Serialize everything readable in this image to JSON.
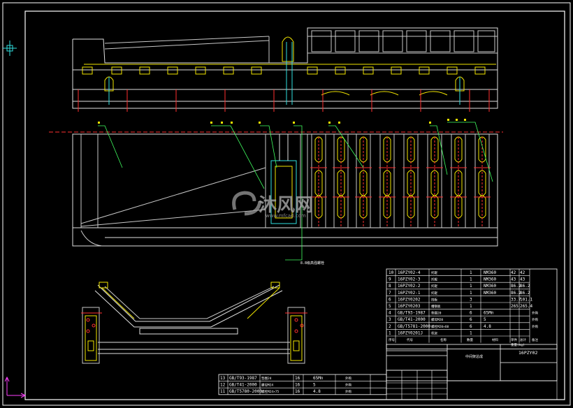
{
  "colors": {
    "background": "#000000",
    "frame": "#ffffff",
    "outline": "#e0e0e0",
    "structure": "#c8c8c8",
    "accent_yellow": "#f2e600",
    "accent_red": "#ff3030",
    "accent_cyan": "#30e0e0",
    "accent_magenta": "#ff40ff",
    "leader_green": "#40ff60",
    "watermark": "#9a9a9a"
  },
  "leader_note": "8.8级高强螺栓",
  "watermark": {
    "brand_cn": "沐风网",
    "url": "www.mfcad.com"
  },
  "parts_table": {
    "rows": [
      {
        "no": "10",
        "code": "16PZY02-4",
        "name": "托辊",
        "qty": "1",
        "material": "NM360",
        "w1": "42",
        "w2": "42",
        "note": ""
      },
      {
        "no": "9",
        "code": "16PZY02-3",
        "name": "托辊",
        "qty": "1",
        "material": "NM360",
        "w1": "43",
        "w2": "43",
        "note": ""
      },
      {
        "no": "8",
        "code": "16PZY02-2",
        "name": "托辊",
        "qty": "1",
        "material": "NM360",
        "w1": "86.2",
        "w2": "86.2",
        "note": ""
      },
      {
        "no": "7",
        "code": "16PZY02-1",
        "name": "托辊",
        "qty": "1",
        "material": "NM360",
        "w1": "86.2",
        "w2": "86.2",
        "note": ""
      },
      {
        "no": "6",
        "code": "16PZY0202",
        "name": "挡板",
        "qty": "3",
        "material": "",
        "w1": "33.7",
        "w2": "101.1",
        "note": ""
      },
      {
        "no": "5",
        "code": "16PZY0203",
        "name": "槽钢板",
        "qty": "1",
        "material": "",
        "w1": "265",
        "w2": "265.4",
        "note": ""
      },
      {
        "no": "4",
        "code": "GB/T93-1987",
        "name": "垫圈20",
        "qty": "6",
        "material": "65Mn",
        "w1": "",
        "w2": "",
        "note": "外购"
      },
      {
        "no": "3",
        "code": "GB/T41-2000",
        "name": "螺母M20",
        "qty": "6",
        "material": "5",
        "w1": "",
        "w2": "",
        "note": "外购"
      },
      {
        "no": "2",
        "code": "GB/T5781-2000",
        "name": "螺栓M20×60",
        "qty": "6",
        "material": "4.8",
        "w1": "",
        "w2": "",
        "note": "外购"
      },
      {
        "no": "1",
        "code": "16PZY0201J",
        "name": "机架",
        "qty": "1",
        "material": "",
        "w1": "",
        "w2": "",
        "note": ""
      }
    ],
    "header": {
      "no": "序号",
      "code": "代号",
      "name": "名称",
      "qty": "数量",
      "material": "材料",
      "w1": "单件",
      "w2": "总计",
      "weight": "重量(kg)",
      "note": "备注"
    },
    "drawing_no": "16PZY02",
    "drawing_name": "中间架总成"
  },
  "bottom_table": {
    "rows": [
      {
        "no": "13",
        "code": "GB/T93-1987",
        "name": "垫圈24",
        "qty": "16",
        "material": "65Mn",
        "note": "外购"
      },
      {
        "no": "12",
        "code": "GB/T41-2000",
        "name": "螺母M24",
        "qty": "16",
        "material": "5",
        "note": "外购"
      },
      {
        "no": "11",
        "code": "GB/T5780-2000",
        "name": "螺栓M24×75",
        "qty": "16",
        "material": "4.8",
        "note": "外购"
      }
    ]
  }
}
